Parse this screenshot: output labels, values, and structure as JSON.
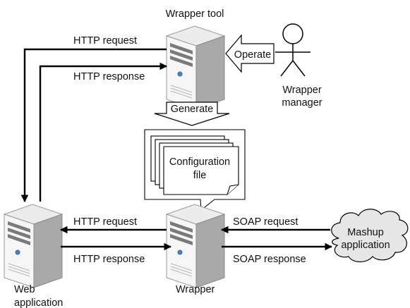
{
  "nodes": {
    "wrapper_tool": "Wrapper tool",
    "web_application": [
      "Web",
      "application"
    ],
    "wrapper": "Wrapper",
    "wrapper_manager": [
      "Wrapper",
      "manager"
    ],
    "mashup_application": [
      "Mashup",
      "application"
    ],
    "configuration_file": [
      "Configuration",
      "file"
    ]
  },
  "edges": {
    "http_request_top": "HTTP request",
    "http_response_top": "HTTP response",
    "operate": "Operate",
    "generate": "Generate",
    "http_request_bottom": "HTTP request",
    "http_response_bottom": "HTTP response",
    "soap_request": "SOAP request",
    "soap_response": "SOAP response"
  },
  "icons": {
    "server": "server-icon",
    "person": "person-icon",
    "cloud": "cloud-icon",
    "document_stack": "document-stack-icon"
  },
  "colors": {
    "server_light": "#f4f4f4",
    "server_side": "#a9a9a9",
    "server_dark": "#777777",
    "led": "#2f88d8",
    "cloud_fill": "#e6e6e6",
    "stroke": "#000000"
  }
}
